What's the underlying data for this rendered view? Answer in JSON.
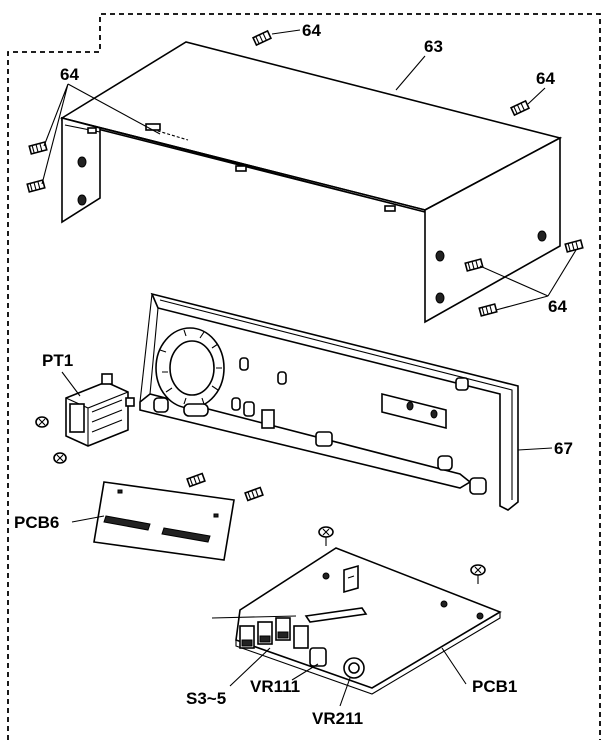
{
  "labels": {
    "screw_top": "64",
    "screw_left": "64",
    "screw_right_top": "64",
    "screw_right_bottom": "64",
    "cover": "63",
    "front_panel": "67",
    "transformer": "PT1",
    "pcb6": "PCB6",
    "pcb1": "PCB1",
    "switches": "S3~5",
    "vr111": "VR111",
    "vr211": "VR211"
  }
}
